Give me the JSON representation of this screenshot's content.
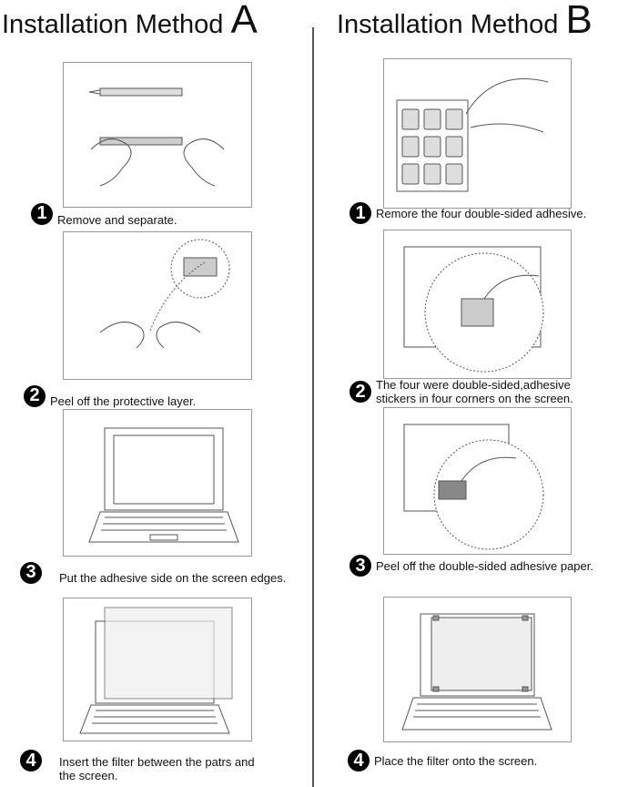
{
  "method_a": {
    "title": "Installation Method",
    "letter": "A",
    "steps": [
      {
        "num": "1",
        "text": "Remove and separate."
      },
      {
        "num": "2",
        "text": "Peel off the protective layer."
      },
      {
        "num": "3",
        "text": "Put  the adhesive side on the screen edges."
      },
      {
        "num": "4",
        "text": "Insert the filter between the patrs and the  screen."
      }
    ]
  },
  "method_b": {
    "title": "Installation Method",
    "letter": "B",
    "steps": [
      {
        "num": "1",
        "text": "Remore the four double-sided adhesive."
      },
      {
        "num": "2",
        "text": "The four were double-sided,adhesive stickers in four corners on the screen."
      },
      {
        "num": "3",
        "text": "Peel off the double-sided adhesive paper."
      },
      {
        "num": "4",
        "text": "Place  the filter onto the screen."
      }
    ]
  }
}
